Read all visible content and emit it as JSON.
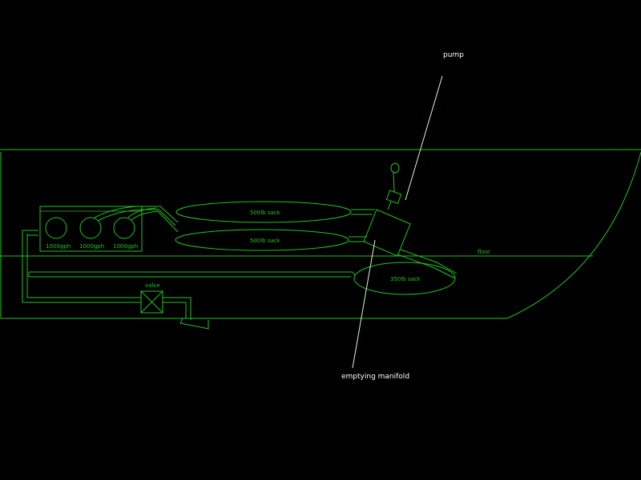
{
  "colors": {
    "background": "#000000",
    "drawing_line": "#22c322",
    "callout_text": "#ffffff"
  },
  "callouts": {
    "pump": "pump",
    "emptying_manifold": "emptying manifold"
  },
  "labels": {
    "tank_1": "1000gph",
    "tank_2": "1000gph",
    "tank_3": "1000gph",
    "sack_upper": "500lb sack",
    "sack_lower": "500lb sack",
    "sack_below_floor": "350lb sack",
    "valve": "valve",
    "floor": "floor"
  }
}
